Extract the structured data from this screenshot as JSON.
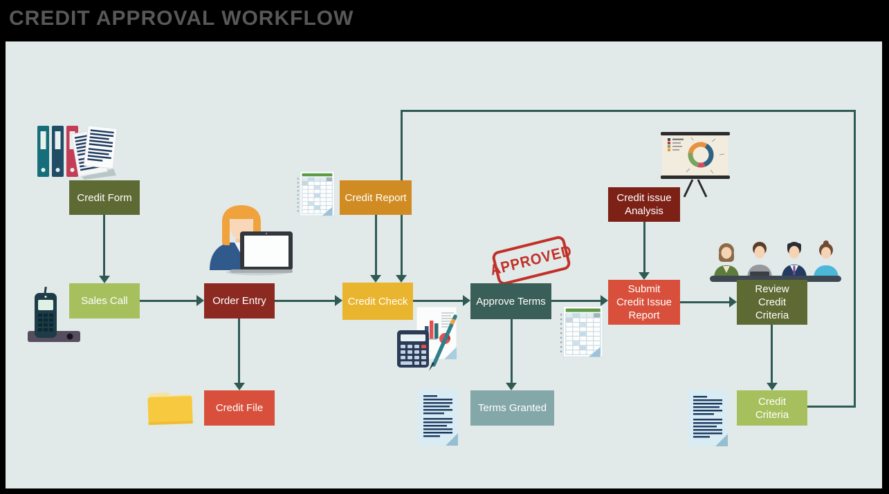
{
  "title": "CREDIT APPROVAL WORKFLOW",
  "stamp": {
    "label": "APPROVED"
  },
  "nodes": {
    "credit_form": {
      "label": "Credit Form"
    },
    "sales_call": {
      "label": "Sales Call"
    },
    "order_entry": {
      "label": "Order Entry"
    },
    "credit_file": {
      "label": "Credit File"
    },
    "credit_report": {
      "label": "Credit Report"
    },
    "credit_check": {
      "label": "Credit Check"
    },
    "approve_terms": {
      "label": "Approve Terms"
    },
    "terms_granted": {
      "label": "Terms Granted"
    },
    "credit_issue_analysis": {
      "lines": [
        "Credit issue",
        "Analysis"
      ]
    },
    "submit_credit_issue_report": {
      "lines": [
        "Submit",
        "Credit Issue",
        "Report"
      ]
    },
    "review_credit_criteria": {
      "lines": [
        "Review",
        "Credit",
        "Criteria"
      ]
    },
    "credit_criteria": {
      "lines": [
        "Credit",
        "Criteria"
      ]
    }
  },
  "connectors": [
    "credit-form-to-sales-call",
    "sales-call-to-order-entry",
    "order-entry-to-credit-check",
    "order-entry-to-credit-file",
    "credit-report-to-credit-check",
    "credit-check-to-approve-terms",
    "approve-terms-to-terms-granted",
    "approve-terms-to-submit-credit-issue-report",
    "credit-issue-analysis-to-submit-credit-issue-report",
    "submit-credit-issue-report-to-review-credit-criteria",
    "review-credit-criteria-to-credit-criteria",
    "credit-criteria-feedback-to-credit-check"
  ],
  "icons": [
    "binders-documents-icon",
    "telephone-icon",
    "woman-at-laptop-icon",
    "spreadsheet-icon",
    "presentation-chart-icon",
    "approved-stamp",
    "calculator-report-icon",
    "spreadsheet-icon",
    "meeting-people-icon",
    "folder-icon",
    "document-icon",
    "document-icon"
  ],
  "colors": {
    "canvas_bg": "#e2e9e9",
    "frame": "#000000",
    "title_text": "#585858",
    "arrow": "#2e5a53",
    "credit_form": "#5e6a34",
    "sales_call": "#a6c05e",
    "order_entry": "#8c2a21",
    "credit_file": "#d8503c",
    "credit_report": "#d08c23",
    "credit_check": "#eab52e",
    "approve_terms": "#3a5f58",
    "terms_granted": "#84a7aa",
    "credit_issue_analysis": "#7d2117",
    "submit_credit_issue_report": "#d8503c",
    "review_credit_criteria": "#5e6a34",
    "credit_criteria": "#a6c05e",
    "stamp_red": "#c0281e"
  }
}
